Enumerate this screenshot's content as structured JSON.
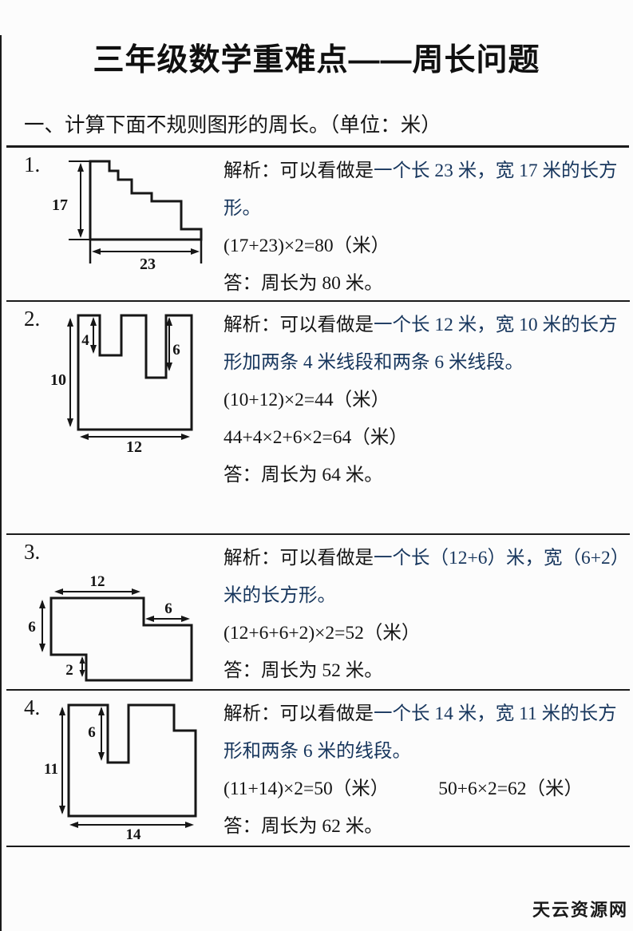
{
  "page": {
    "title": "三年级数学重难点——周长问题",
    "section_heading": "一、计算下面不规则图形的周长。（单位：米）",
    "watermark": "天云资源网"
  },
  "colors": {
    "highlight_blue": "#17365d",
    "ink": "#141414"
  },
  "problems": [
    {
      "number": "1.",
      "analysis_label": "解析：可以看做是",
      "analysis_highlight": "一个长 23 米，宽 17 米的长方形。",
      "formulas": [
        "(17+23)×2=80（米）"
      ],
      "answer": "答：周长为 80 米。",
      "figure": {
        "type": "staircase-steps",
        "labels": {
          "height": "17",
          "width": "23"
        }
      }
    },
    {
      "number": "2.",
      "analysis_label": "解析：可以看做是",
      "analysis_highlight": "一个长 12 米，宽 10 米的长方形加两条 4 米线段和两条 6 米线段。",
      "formulas": [
        "(10+12)×2=44（米）",
        "44+4×2+6×2=64（米）"
      ],
      "answer": "答：周长为 64 米。",
      "figure": {
        "type": "rectangle-two-top-notches",
        "labels": {
          "notch_left": "4",
          "notch_right": "6",
          "height": "10",
          "width": "12"
        }
      }
    },
    {
      "number": "3.",
      "analysis_label": "解析：可以看做是",
      "analysis_highlight": "一个长（12+6）米，宽（6+2）米的长方形。",
      "formulas": [
        "(12+6+6+2)×2=52（米）"
      ],
      "answer": "答：周长为 52 米。",
      "figure": {
        "type": "double-step-rectangle",
        "labels": {
          "top_width": "12",
          "left_height": "6",
          "right_extension": "6",
          "bottom_step": "2"
        }
      }
    },
    {
      "number": "4.",
      "analysis_label": "解析：可以看做是",
      "analysis_highlight": "一个长 14 米，宽 11 米的长方形和两条 6 米的线段。",
      "formulas": [
        "(11+14)×2=50（米）",
        "50+6×2=62（米）"
      ],
      "answer": "答：周长为 62 米。",
      "figure": {
        "type": "rectangle-top-notch-right-step",
        "labels": {
          "notch_depth": "6",
          "height": "11",
          "width": "14"
        }
      }
    }
  ]
}
